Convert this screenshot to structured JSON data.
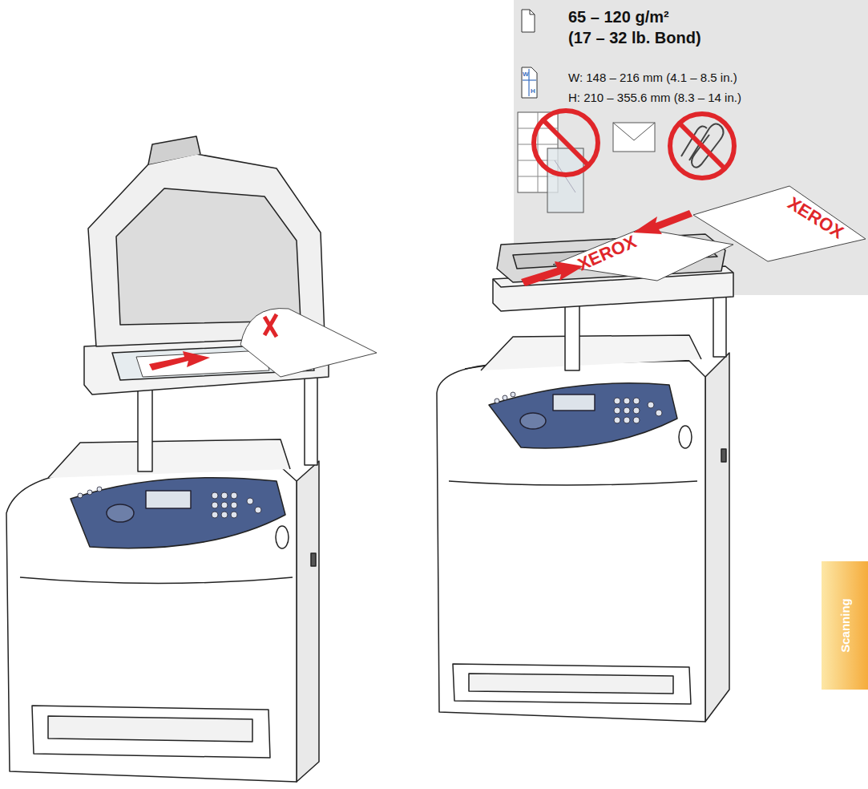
{
  "diagram": {
    "nodes": [
      {
        "text": [
          "65 – 120 g/m²",
          "(17 – 32 lb. Bond)",
          "W: 148 – 216 mm (4.1 – 8.5 in.)",
          "H: 210 – 355.6 mm (8.3 – 14 in.)"
        ]
      },
      {
        "text": [
          "Scanning"
        ]
      }
    ],
    "labels": [
      "W",
      "H",
      "XEROX",
      "XEROX"
    ]
  }
}
